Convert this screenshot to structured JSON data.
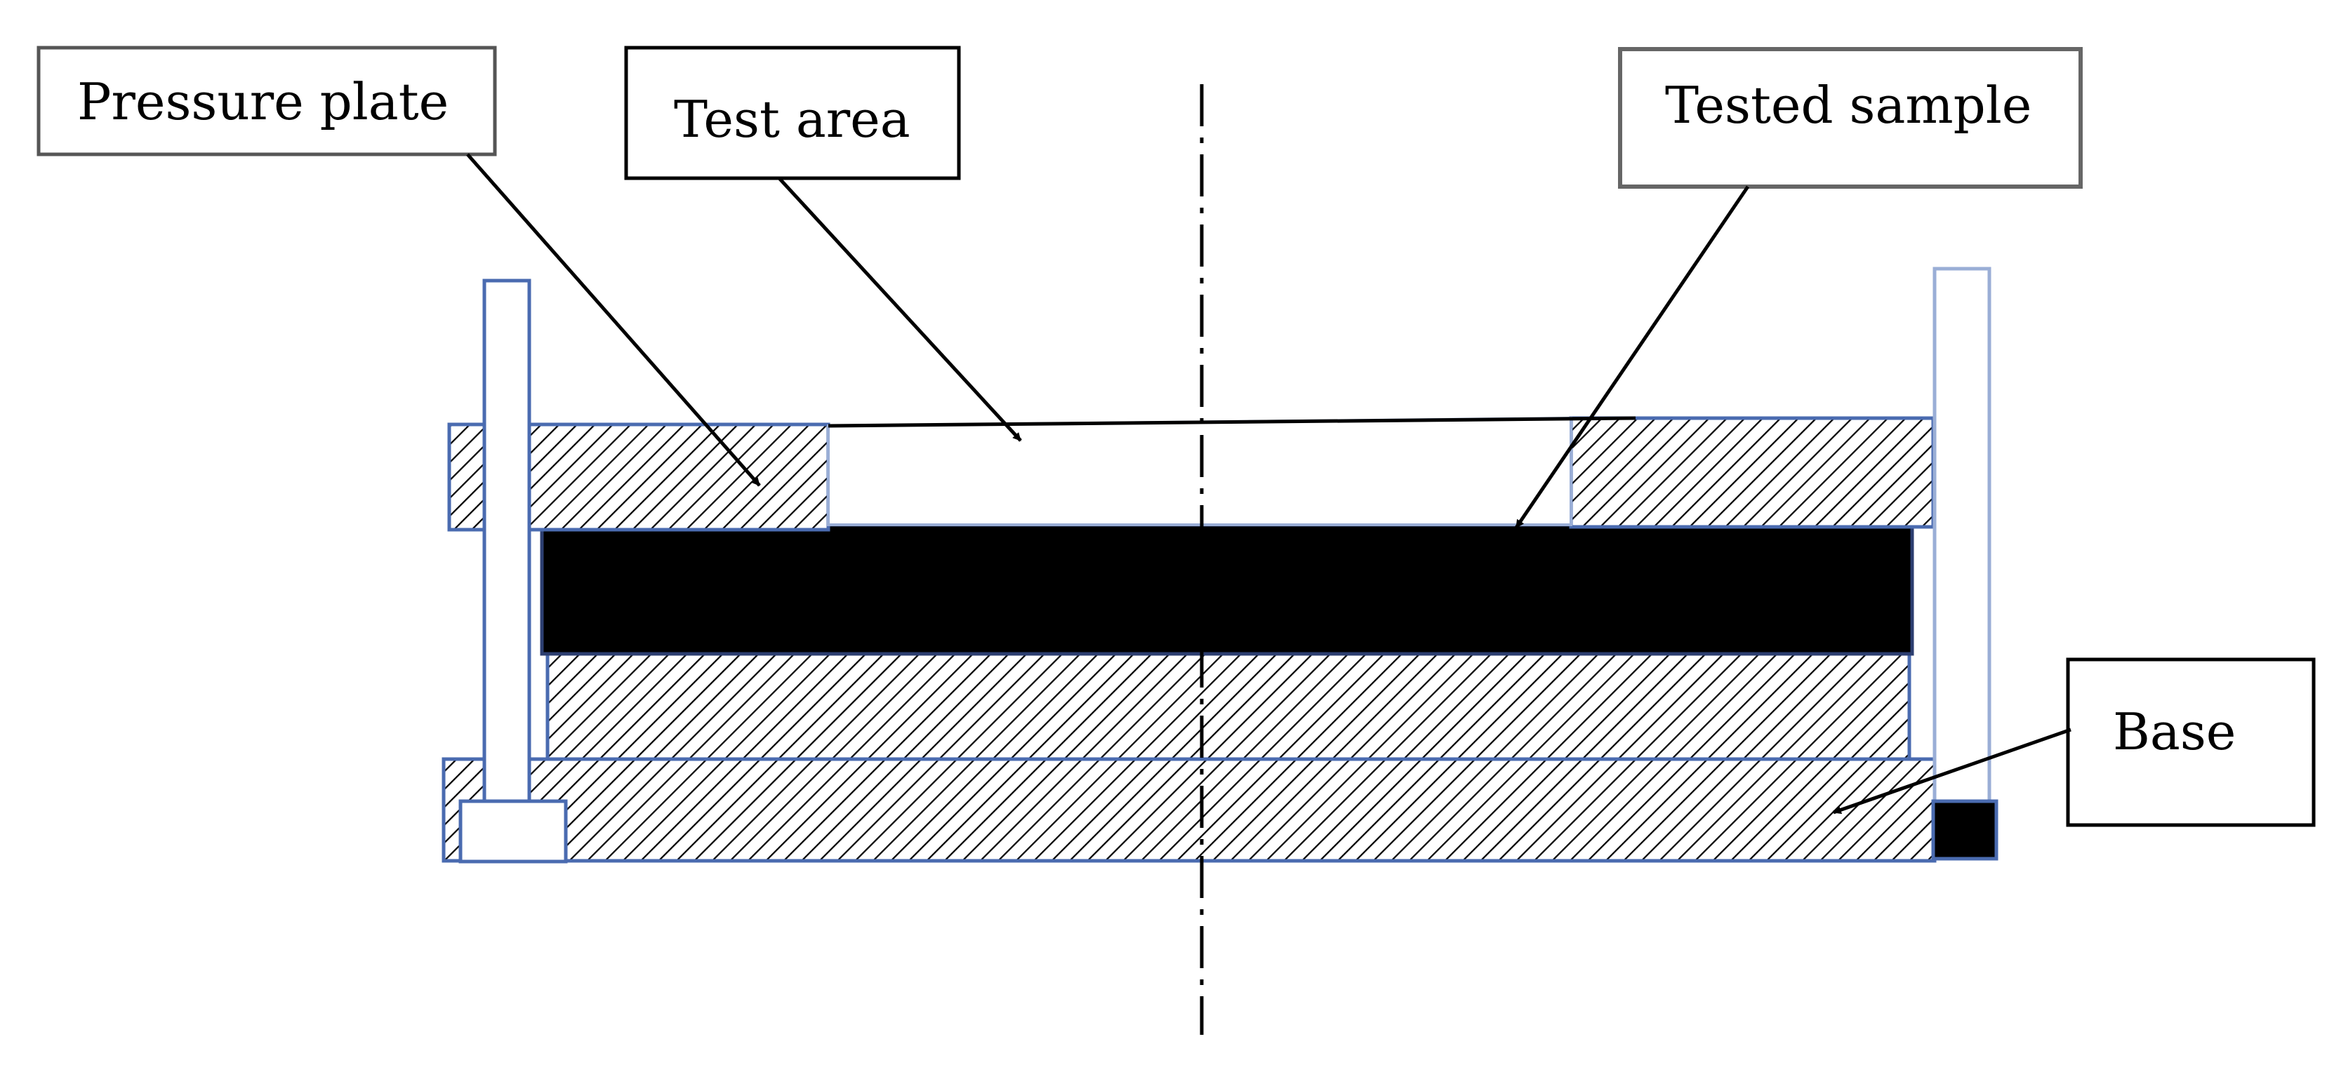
{
  "labels": {
    "pressure_plate": "Pressure plate",
    "test_area": "Test area",
    "tested_sample": "Tested sample",
    "base": "Base"
  },
  "colors": {
    "outline": "#4a6bb0",
    "bolt_outline": "#9aaed6",
    "sample_fill": "#000000",
    "hatch": "#000000",
    "background": "#ffffff"
  }
}
